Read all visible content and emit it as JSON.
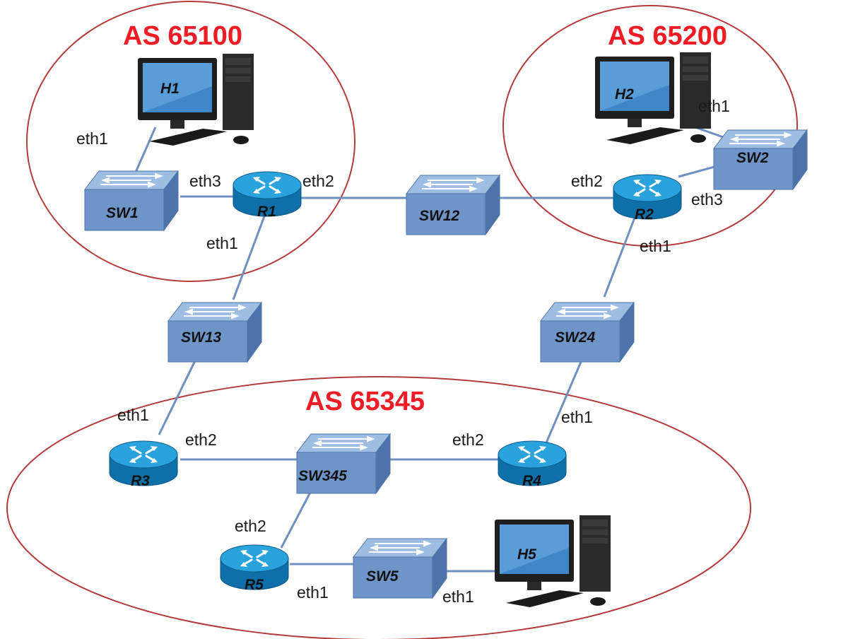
{
  "colors": {
    "as_label": "#ee1c25",
    "as_border": "#b33b3b",
    "link": "#6f8fc0",
    "switch_face": "#6f95c8",
    "router_top": "#1d9ad6"
  },
  "autonomous_systems": [
    {
      "id": "as1",
      "label": "AS 65100"
    },
    {
      "id": "as2",
      "label": "AS 65200"
    },
    {
      "id": "as3",
      "label": "AS 65345"
    }
  ],
  "devices": {
    "H1": "H1",
    "H2": "H2",
    "H5": "H5",
    "SW1": "SW1",
    "SW2": "SW2",
    "SW12": "SW12",
    "SW13": "SW13",
    "SW24": "SW24",
    "SW345": "SW345",
    "SW5": "SW5",
    "R1": "R1",
    "R2": "R2",
    "R3": "R3",
    "R4": "R4",
    "R5": "R5"
  },
  "ports": {
    "h1_eth1": "eth1",
    "r1_eth3": "eth3",
    "r1_eth2": "eth2",
    "r1_eth1": "eth1",
    "h2_eth1": "eth1",
    "r2_eth2": "eth2",
    "r2_eth3": "eth3",
    "r2_eth1": "eth1",
    "r3_eth1": "eth1",
    "r3_eth2": "eth2",
    "r4_eth2": "eth2",
    "r4_eth1": "eth1",
    "r5_eth2": "eth2",
    "r5_eth1": "eth1",
    "h5_eth1": "eth1"
  }
}
